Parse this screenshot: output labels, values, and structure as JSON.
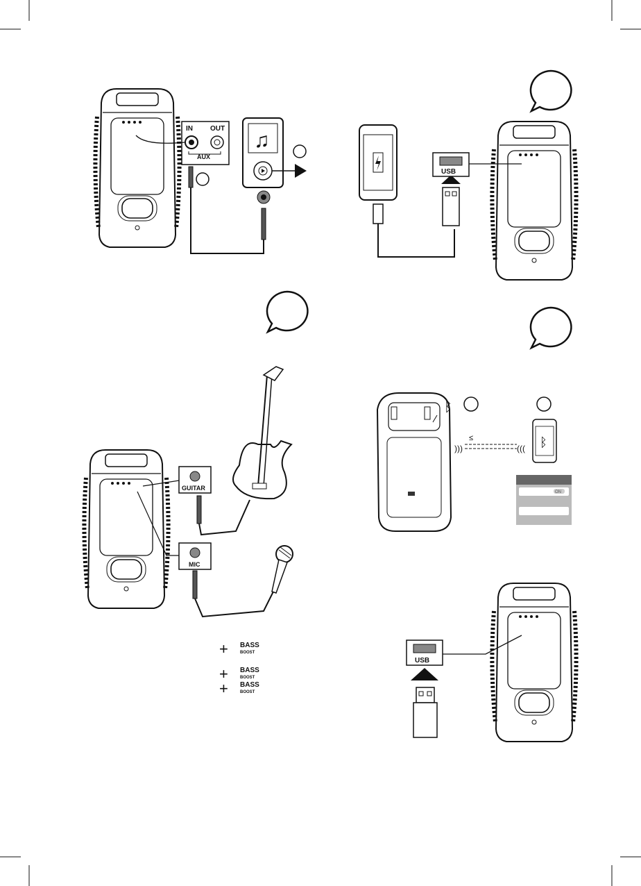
{
  "aux_panel": {
    "in": "IN",
    "out": "OUT",
    "aux": "AUX"
  },
  "usb_label": "USB",
  "guitar_label": "GUITAR",
  "mic_label": "MIC",
  "bass_boost": {
    "line1": "BASS",
    "line2": "BOOST"
  },
  "bt_distance_symbol": "≤",
  "phone_settings_toggle": "ON",
  "colors": {
    "line": "#111111",
    "dark_fill": "#333333",
    "panel_gray": "#888888"
  }
}
